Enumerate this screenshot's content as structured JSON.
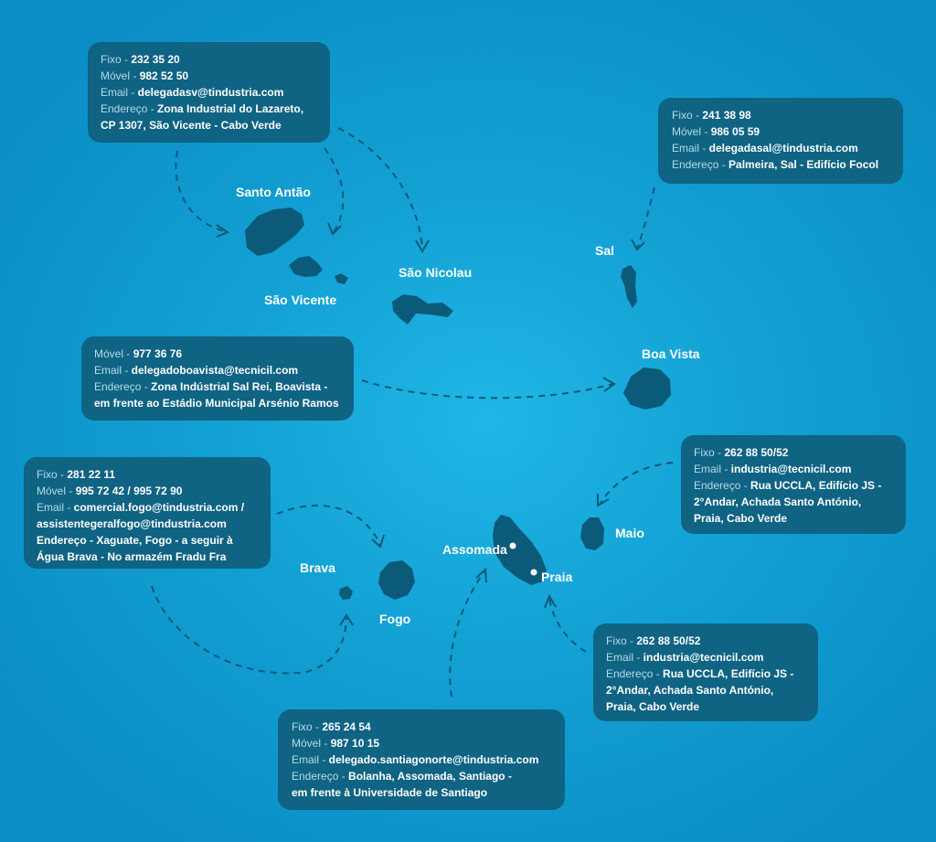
{
  "islands": {
    "santo_antao": "Santo Antão",
    "sao_vicente": "São Vicente",
    "sao_nicolau": "São Nicolau",
    "sal": "Sal",
    "boa_vista": "Boa Vista",
    "maio": "Maio",
    "brava": "Brava",
    "fogo": "Fogo",
    "assomada": "Assomada",
    "praia": "Praia"
  },
  "cards": {
    "sao_vicente": {
      "fixo_label": "Fixo - ",
      "fixo": "232 35 20",
      "movel_label": "Móvel - ",
      "movel": "982 52 50",
      "email_label": "Email - ",
      "email": "delegadasv@tindustria.com",
      "endereco_label": "Endereço - ",
      "endereco_1": "Zona Industrial do Lazareto,",
      "endereco_2": "CP 1307, São Vicente - Cabo Verde"
    },
    "sal": {
      "fixo_label": "Fixo - ",
      "fixo": "241 38 98",
      "movel_label": "Móvel - ",
      "movel": "986 05 59",
      "email_label": "Email - ",
      "email": "delegadasal@tindustria.com",
      "endereco_label": "Endereço - ",
      "endereco_1": "Palmeira, Sal - Edifício Focol"
    },
    "boa_vista": {
      "movel_label": "Móvel - ",
      "movel": "977 36 76",
      "email_label": "Email - ",
      "email": "delegadoboavista@tecnicil.com",
      "endereco_label": "Endereço - ",
      "endereco_1": "Zona Indústrial Sal Rei, Boavista -",
      "endereco_2": "em frente ao Estádio Municipal Arsénio Ramos"
    },
    "fogo": {
      "fixo_label": "Fixo - ",
      "fixo": "281 22 11",
      "movel_label": "Móvel - ",
      "movel": "995 72 42 / 995 72 90",
      "email_label": "Email - ",
      "email": "comercial.fogo@tindustria.com /",
      "email_2": "assistentegeralfogo@tindustria.com",
      "endereco_1": "Endereço - Xaguate, Fogo - a seguir à",
      "endereco_2": "Água Brava - No armazém Fradu Fra"
    },
    "maio": {
      "fixo_label": "Fixo - ",
      "fixo": "262 88 50/52",
      "email_label": "Email - ",
      "email": "industria@tecnicil.com",
      "endereco_label": "Endereço - ",
      "endereco_1": "Rua UCCLA, Edifício JS -",
      "endereco_2": "2°Andar, Achada Santo António,",
      "endereco_3": "Praia, Cabo Verde"
    },
    "praia": {
      "fixo_label": "Fixo - ",
      "fixo": "262 88 50/52",
      "email_label": "Email - ",
      "email": "industria@tecnicil.com",
      "endereco_label": "Endereço - ",
      "endereco_1": "Rua UCCLA, Edifício JS -",
      "endereco_2": "2°Andar, Achada Santo António,",
      "endereco_3": "Praia, Cabo Verde"
    },
    "santiago_norte": {
      "fixo_label": "Fixo - ",
      "fixo": "265 24 54",
      "movel_label": "Móvel - ",
      "movel": "987 10 15",
      "email_label": "Email - ",
      "email": "delegado.santiagonorte@tindustria.com",
      "endereco_label": "Endereço - ",
      "endereco_1": "Bolanha, Assomada, Santiago -",
      "endereco_2": "em frente à Universidade de Santiago"
    }
  }
}
